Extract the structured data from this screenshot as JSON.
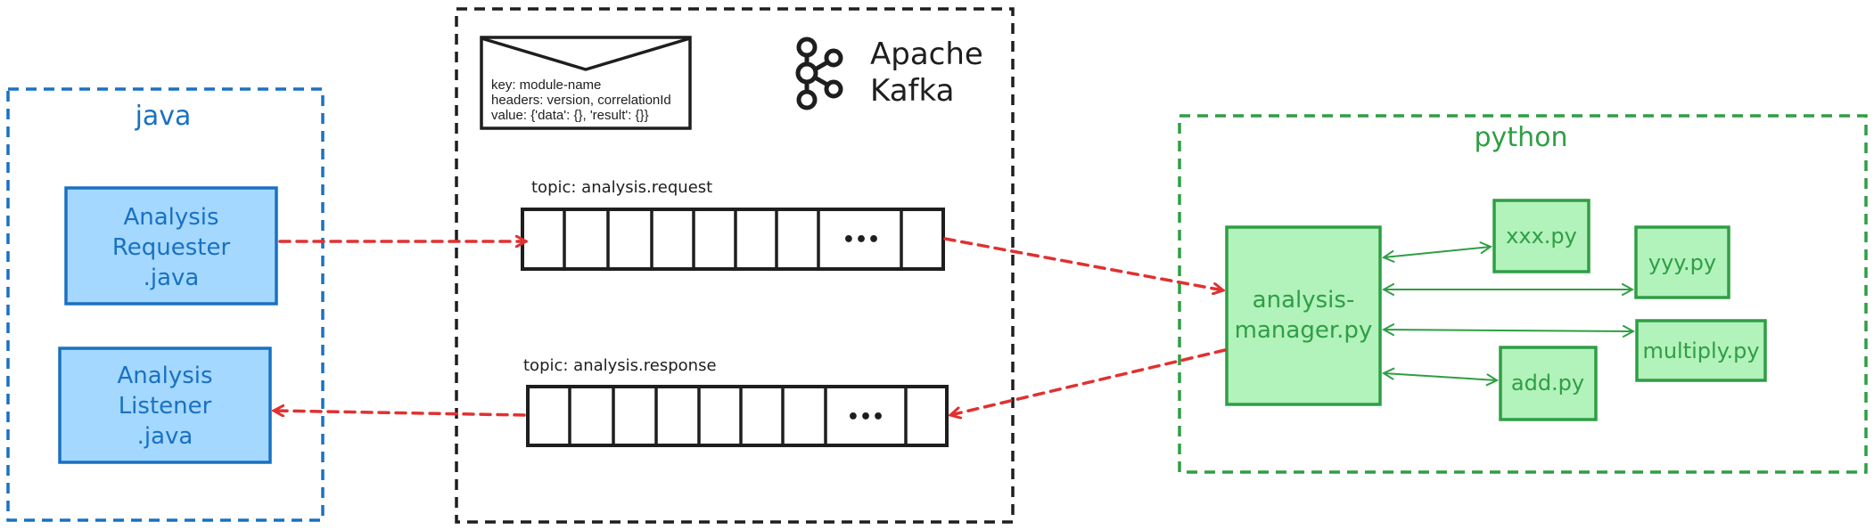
{
  "colors": {
    "java": "#1971c2",
    "java_fill": "#a5d8ff",
    "python": "#2f9e44",
    "python_fill": "#b2f2bb",
    "kafka": "#1e1e1e",
    "arrow": "#e03131"
  },
  "java": {
    "title": "java",
    "requester": [
      "Analysis",
      "Requester",
      ".java"
    ],
    "listener": [
      "Analysis",
      "Listener",
      ".java"
    ]
  },
  "kafka": {
    "logo_line1": "Apache",
    "logo_line2": "Kafka",
    "message": {
      "line1": "key: module-name",
      "line2": "headers: version, correlationId",
      "line3": "value: {'data': {}, 'result': {}}"
    },
    "request_topic": "topic: analysis.request",
    "response_topic": "topic: analysis.response",
    "ellipsis": "•••"
  },
  "python": {
    "title": "python",
    "manager": [
      "analysis-",
      "manager.py"
    ],
    "xxx": "xxx.py",
    "yyy": "yyy.py",
    "multiply": "multiply.py",
    "add": "add.py"
  }
}
